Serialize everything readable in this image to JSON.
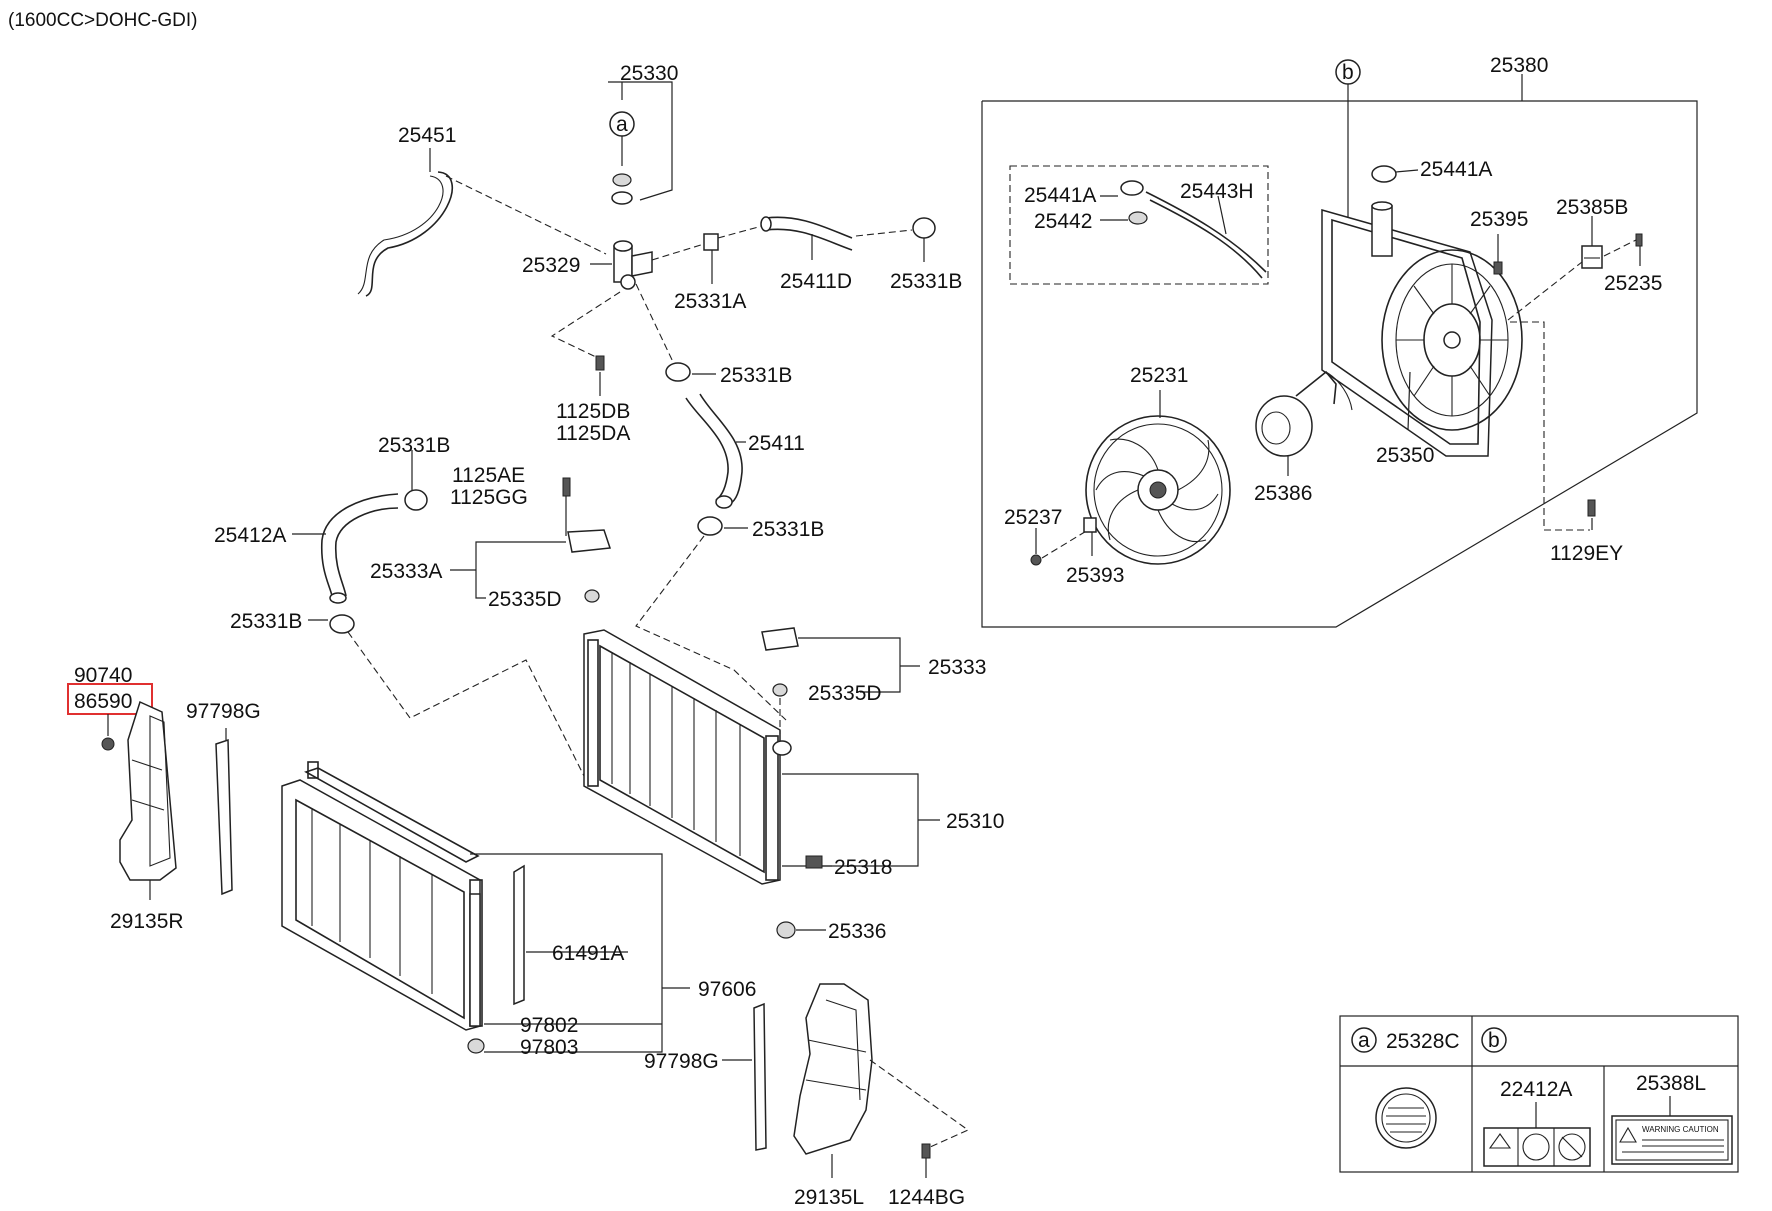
{
  "header": {
    "engine_spec": "(1600CC>DOHC-GDI)"
  },
  "highlight_color": "#e03030",
  "labels": {
    "p25330": "25330",
    "p25451": "25451",
    "p25329": "25329",
    "p25331A": "25331A",
    "p25411D": "25411D",
    "p25331B_top": "25331B",
    "p1125DB": "1125DB",
    "p1125DA": "1125DA",
    "p25331B_mid": "25331B",
    "p25411": "25411",
    "p25331B_left": "25331B",
    "p1125AE": "1125AE",
    "p1125GG": "1125GG",
    "p25412A": "25412A",
    "p25331B_r": "25331B",
    "p25333A": "25333A",
    "p25335D_top": "25335D",
    "p25331B_low": "25331B",
    "p25333": "25333",
    "p25335D_mid": "25335D",
    "p90740": "90740",
    "p86590": "86590",
    "p97798G_left": "97798G",
    "p29135R": "29135R",
    "p25310": "25310",
    "p25318": "25318",
    "p25336": "25336",
    "p61491A": "61491A",
    "p97606": "97606",
    "p97802": "97802",
    "p97803": "97803",
    "p97798G_low": "97798G",
    "p29135L": "29135L",
    "p1244BG": "1244BG",
    "p25380": "25380",
    "p25441A_a": "25441A",
    "p25442": "25442",
    "p25443H": "25443H",
    "p25441A_b": "25441A",
    "p25395": "25395",
    "p25385B": "25385B",
    "p25235": "25235",
    "p25231": "25231",
    "p25350": "25350",
    "p25386": "25386",
    "p25237": "25237",
    "p25393": "25393",
    "p1129EY": "1129EY"
  },
  "callouts": {
    "a_top": "a",
    "b_top": "b"
  },
  "legend": {
    "a_mark": "a",
    "a_part": "25328C",
    "b_mark": "b",
    "b_part1": "22412A",
    "b_part2": "25388L",
    "warning_text": "WARNING CAUTION"
  }
}
